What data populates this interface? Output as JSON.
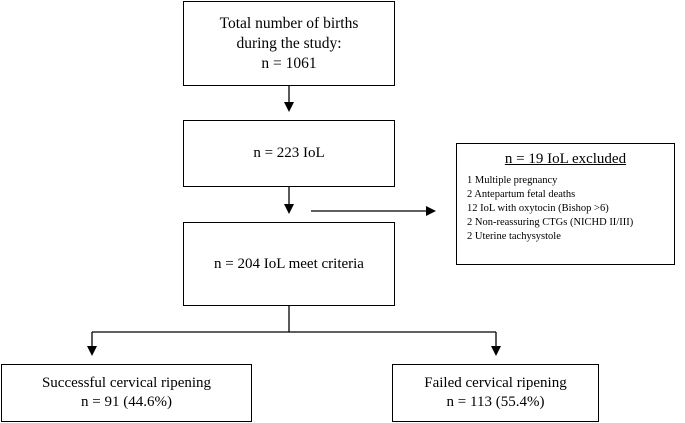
{
  "flow": {
    "total_births": {
      "line1": "Total number of births",
      "line2": "during the study:",
      "line3": "n = 1061"
    },
    "iol": {
      "label": "n = 223 IoL"
    },
    "meet_criteria": {
      "label": "n = 204 IoL meet criteria"
    },
    "excluded": {
      "title": "n = 19 IoL excluded",
      "items": [
        "1 Multiple pregnancy",
        "2 Antepartum fetal deaths",
        "12 IoL with oxytocin (Bishop >6)",
        "2 Non-reassuring CTGs (NICHD II/III)",
        "2 Uterine tachysystole"
      ]
    },
    "successful": {
      "line1": "Successful cervical ripening",
      "line2": "n = 91 (44.6%)"
    },
    "failed": {
      "line1": "Failed cervical ripening",
      "line2": "n = 113 (55.4%)"
    }
  }
}
